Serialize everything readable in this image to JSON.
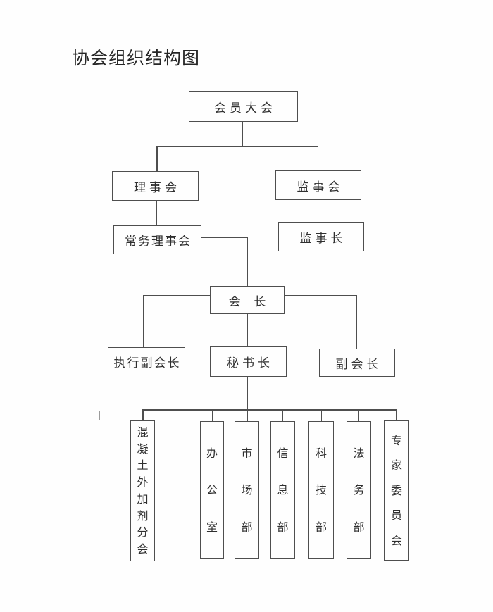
{
  "page": {
    "title": "协会组织结构图"
  },
  "org_chart": {
    "type": "org-chart",
    "root": "会员大会",
    "nodes": {
      "general_assembly": "会员大会",
      "board_of_directors": "理事会",
      "supervisory_board": "监事会",
      "standing_board": "常务理事会",
      "chief_supervisor": "监事长",
      "president": "会长",
      "executive_vice_president": "执行副会长",
      "secretary_general": "秘书长",
      "vice_president": "副会长"
    },
    "departments": [
      "混凝土外加剂分会",
      "办公室",
      "市场部",
      "信息部",
      "科技部",
      "法务部",
      "专家委员会"
    ],
    "edges": [
      [
        "会员大会",
        "理事会"
      ],
      [
        "会员大会",
        "监事会"
      ],
      [
        "理事会",
        "常务理事会"
      ],
      [
        "监事会",
        "监事长"
      ],
      [
        "常务理事会",
        "会长"
      ],
      [
        "会长",
        "执行副会长"
      ],
      [
        "会长",
        "秘书长"
      ],
      [
        "会长",
        "副会长"
      ],
      [
        "秘书长",
        "混凝土外加剂分会"
      ],
      [
        "秘书长",
        "办公室"
      ],
      [
        "秘书长",
        "市场部"
      ],
      [
        "秘书长",
        "信息部"
      ],
      [
        "秘书长",
        "科技部"
      ],
      [
        "秘书长",
        "法务部"
      ],
      [
        "秘书长",
        "专家委员会"
      ]
    ],
    "colors": {
      "line": "#4e4e4e",
      "text": "#2f2f2f",
      "background": "#fefefe"
    }
  }
}
